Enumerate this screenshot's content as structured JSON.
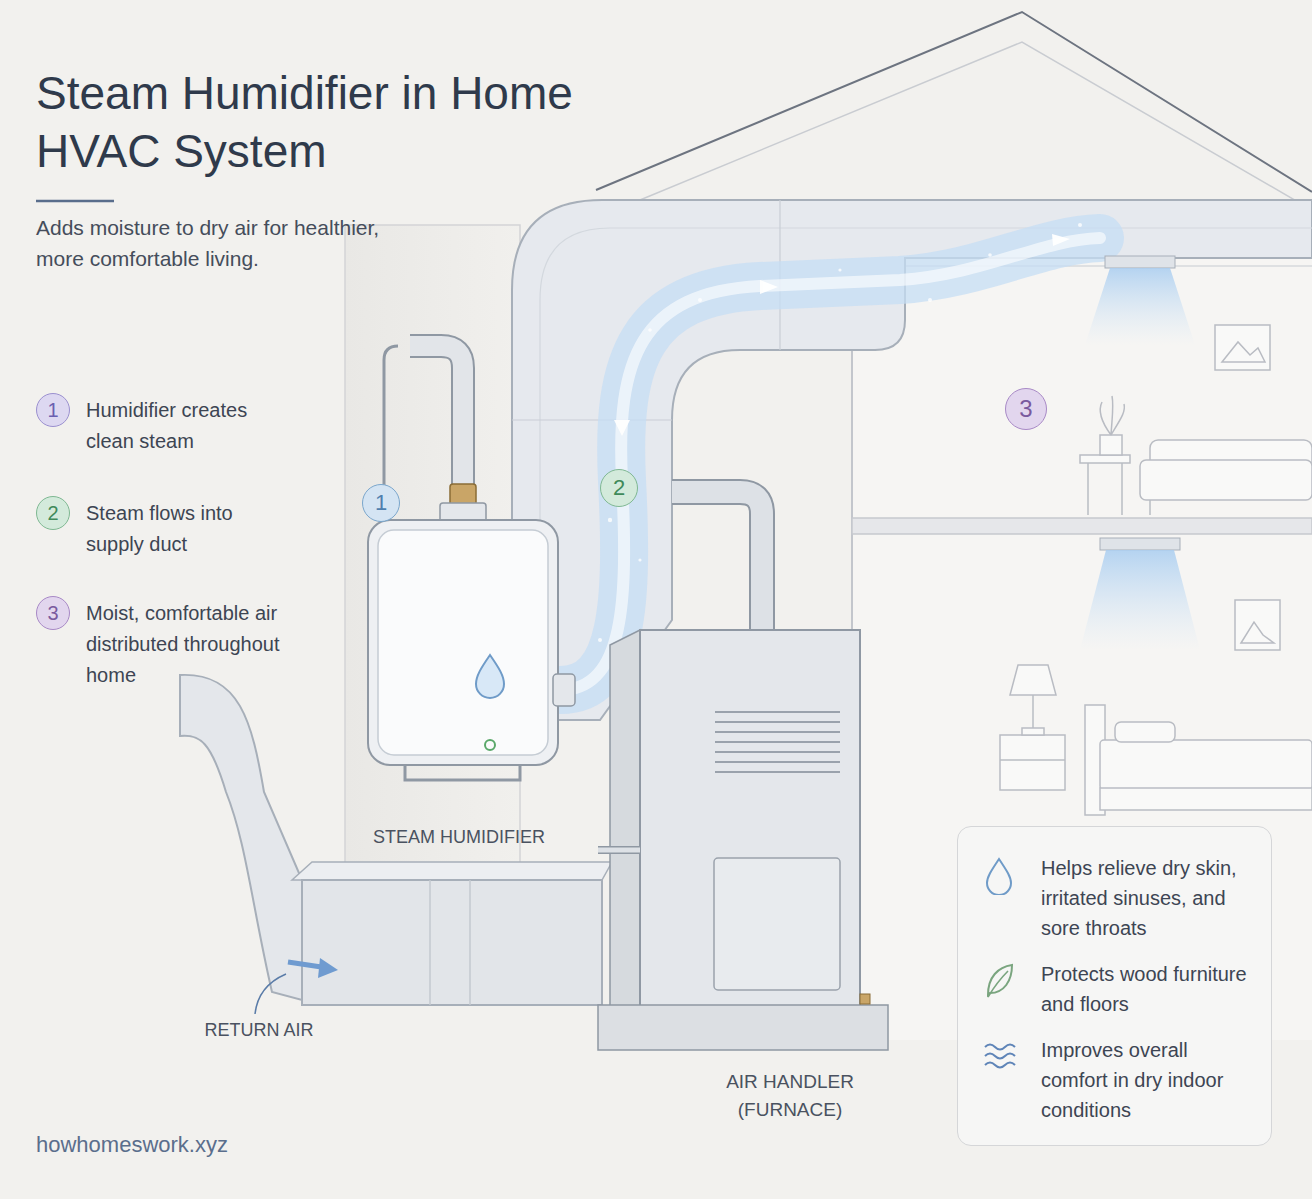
{
  "diagram": {
    "title": "Steam Humidifier in Home HVAC System",
    "caption": "Adds moisture to dry air for healthier, more comfortable living.",
    "nodes": [
      {
        "text": [
          "1"
        ]
      },
      {
        "text": [
          "2"
        ]
      },
      {
        "text": [
          "3"
        ]
      },
      {
        "text": [
          "1"
        ]
      },
      {
        "text": [
          "2"
        ]
      },
      {
        "text": [
          "3"
        ]
      },
      {
        "text": [
          "Helps relieve dry skin, irritated sinuses, and sore throats",
          "Protects wood furniture and floors",
          "Improves overall comfort in dry indoor conditions"
        ]
      }
    ],
    "labels": [
      "Humidifier creates clean steam",
      "Steam flows into supply duct",
      "Moist, comfortable air distributed throughout home",
      "STEAM HUMIDIFIER",
      "RETURN AIR",
      "AIR HANDLER (FURNACE)",
      "howhomeswork.xyz"
    ]
  }
}
